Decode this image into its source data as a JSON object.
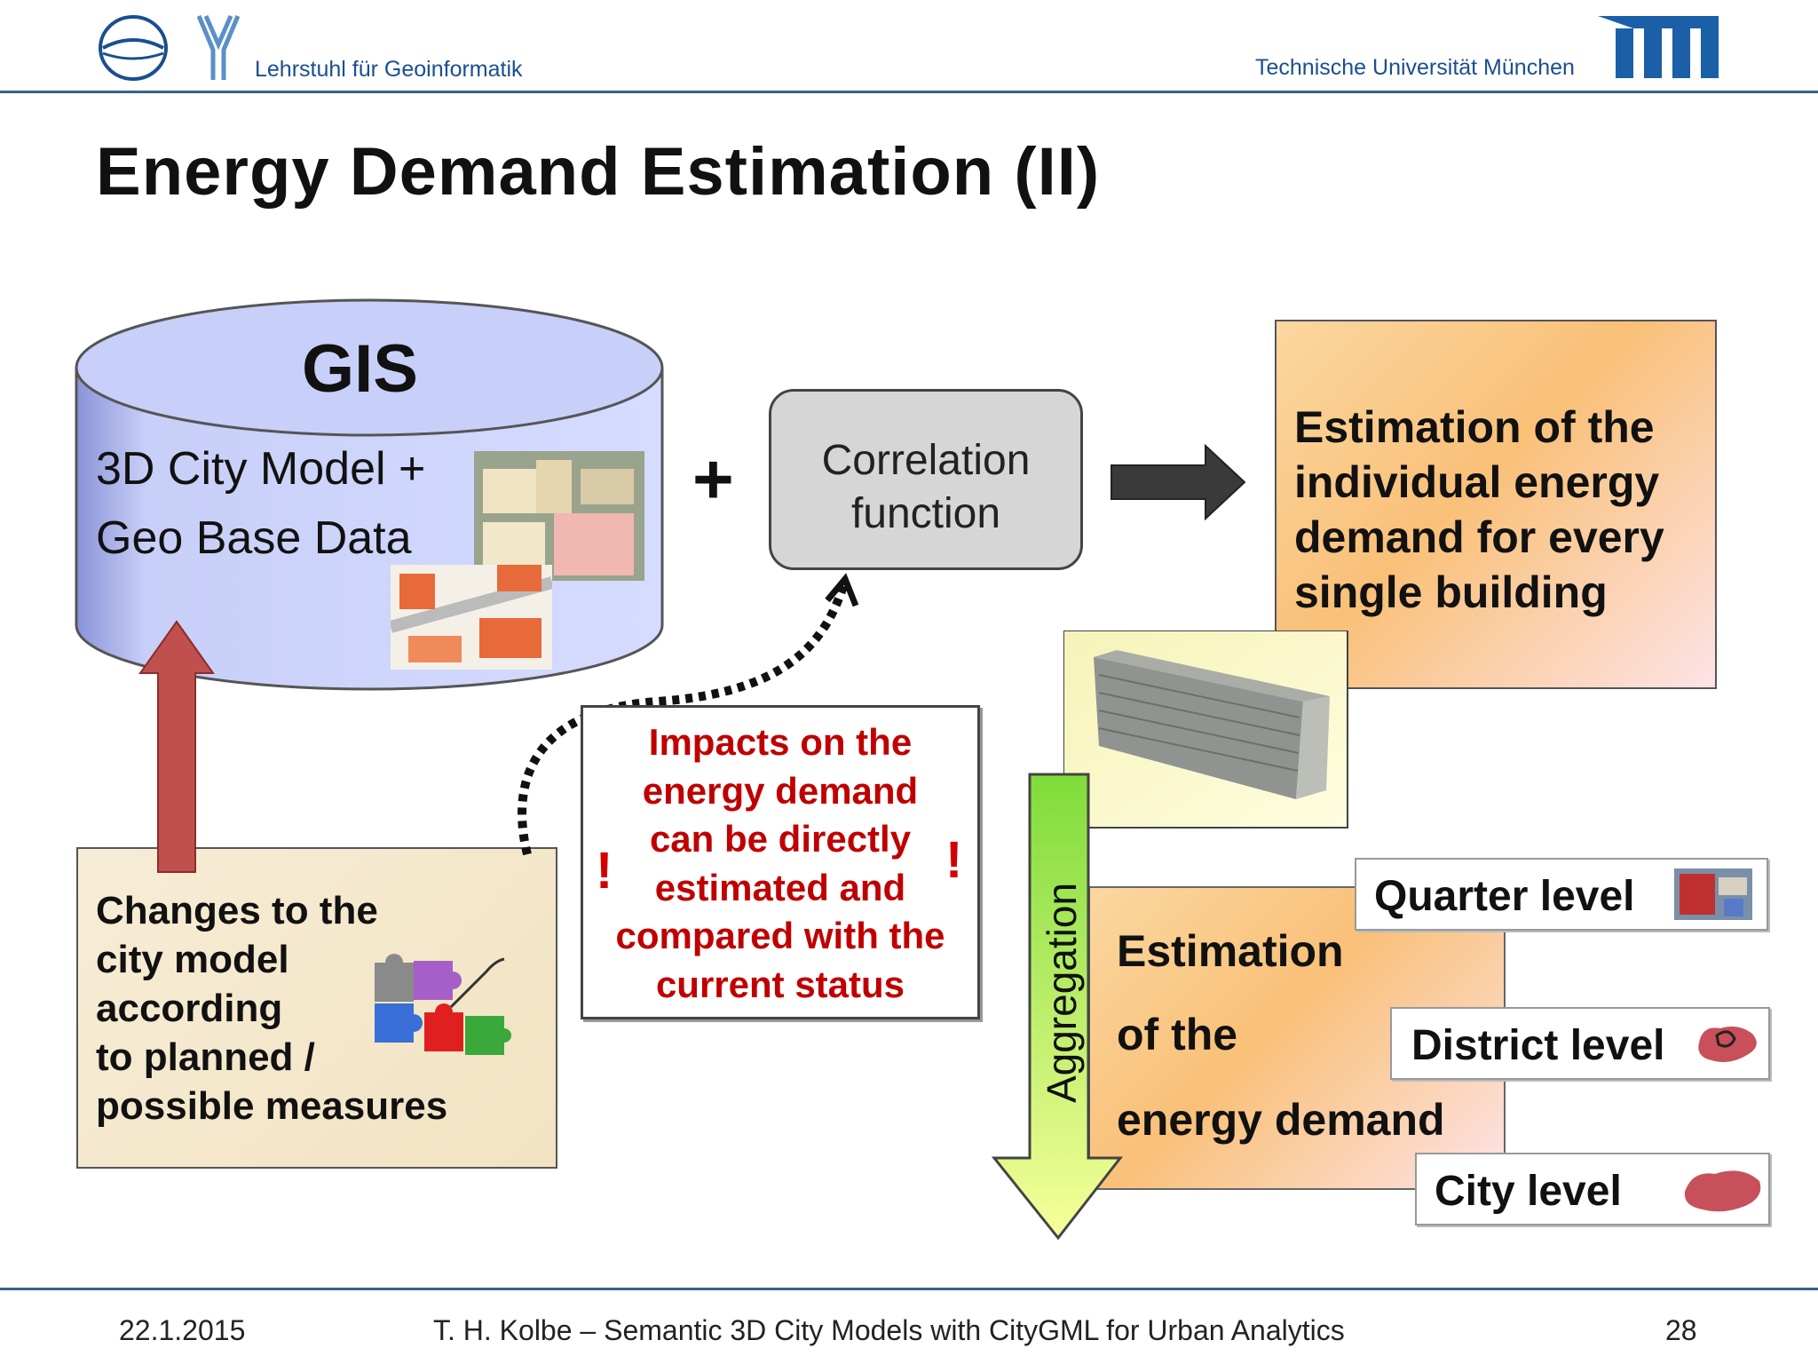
{
  "header": {
    "chair": "Lehrstuhl für Geoinformatik",
    "university": "Technische Universität München",
    "logo_left_icons": [
      "tum-geo-circle-logo",
      "tum-crest-logo"
    ],
    "logo_right": "tum-logo"
  },
  "slide": {
    "title": "Energy Demand Estimation (II)"
  },
  "gis": {
    "title": "GIS",
    "line1": "3D City Model +",
    "line2": "Geo Base Data"
  },
  "plus": "+",
  "correlation": {
    "line1": "Correlation",
    "line2": "function"
  },
  "estimation_individual": {
    "lines": [
      "Estimation of the",
      "individual energy",
      "demand for every",
      "single building"
    ]
  },
  "changes": {
    "lines": [
      "Changes to the",
      "city model",
      "according",
      "to planned /",
      "possible measures"
    ]
  },
  "impacts": {
    "lines": [
      "Impacts on the",
      "energy demand",
      "can be directly",
      "estimated and",
      "compared with the",
      "current status"
    ],
    "exclaim": "!"
  },
  "aggregation": {
    "label": "Aggregation"
  },
  "estimation_demand": {
    "lines": [
      "Estimation",
      "of the",
      "energy demand"
    ]
  },
  "levels": {
    "quarter": "Quarter level",
    "district": "District level",
    "city": "City level"
  },
  "footer": {
    "date": "22.1.2015",
    "citation": "T. H. Kolbe – Semantic 3D City Models with CityGML for Urban Analytics",
    "page": "28"
  },
  "colors": {
    "tum_blue": "#1a4f8f",
    "impact_red": "#c00000",
    "gis_blue": "#c8d0f8",
    "arrow_red": "#c0504d"
  }
}
